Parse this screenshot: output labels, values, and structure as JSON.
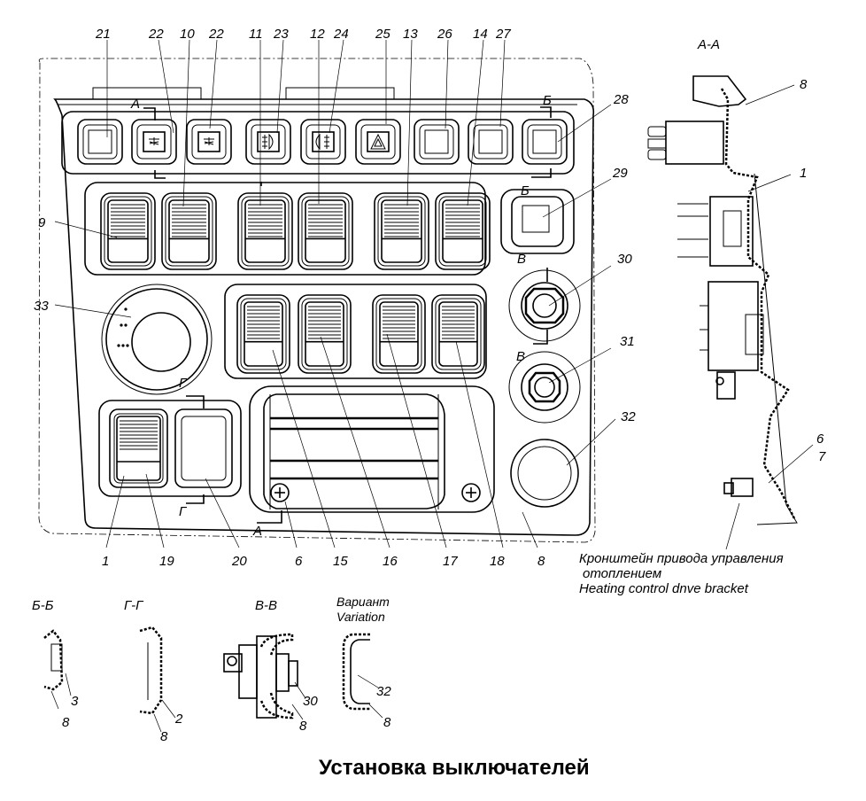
{
  "title": "Установка выключателей",
  "section_labels": {
    "aa": "А-А",
    "bb": "Б-Б",
    "gg": "Г-Г",
    "vv": "В-В",
    "cut_a": "А",
    "cut_b": "Б",
    "cut_v": "В",
    "cut_g": "Г"
  },
  "variant": {
    "ru": "Вариант",
    "en": "Variation"
  },
  "bracket_caption": {
    "ru_line1": "Кронштейн привода управления",
    "ru_line2": "отоплением",
    "en": "Heating control dnve bracket"
  },
  "top_callouts": [
    "21",
    "22",
    "10",
    "22",
    "11",
    "23",
    "12",
    "24",
    "25",
    "13",
    "26",
    "14",
    "27"
  ],
  "right_callouts": [
    "28",
    "29",
    "30",
    "31",
    "32"
  ],
  "left_callouts": [
    "9",
    "33"
  ],
  "bottom_callouts": [
    "1",
    "19",
    "20",
    "6",
    "15",
    "16",
    "17",
    "18",
    "8"
  ],
  "section_aa_callouts": [
    "8",
    "1",
    "6",
    "7"
  ],
  "section_bb_callouts": [
    "3",
    "8"
  ],
  "section_gg_callouts": [
    "2",
    "8"
  ],
  "section_vv_callouts": [
    "30",
    "8"
  ],
  "variant_callouts": [
    "32",
    "8"
  ],
  "top_row_switches": [
    {
      "num": "21",
      "icon": "blank-icon"
    },
    {
      "num": "22",
      "icon": "lamp-icon"
    },
    {
      "num": "22",
      "icon": "lamp-icon"
    },
    {
      "num": "23",
      "icon": "fog-light-front-icon"
    },
    {
      "num": "24",
      "icon": "fog-light-rear-icon"
    },
    {
      "num": "25",
      "icon": "hazard-triangle-icon"
    },
    {
      "num": "26",
      "icon": "blank-icon"
    },
    {
      "num": "27",
      "icon": "blank-icon"
    },
    {
      "num": "28",
      "icon": "blank-icon"
    }
  ],
  "rocker_row1": [
    "9",
    "10",
    "11",
    "12",
    "13",
    "14"
  ],
  "rocker_row2": [
    "15",
    "16",
    "17",
    "18"
  ]
}
